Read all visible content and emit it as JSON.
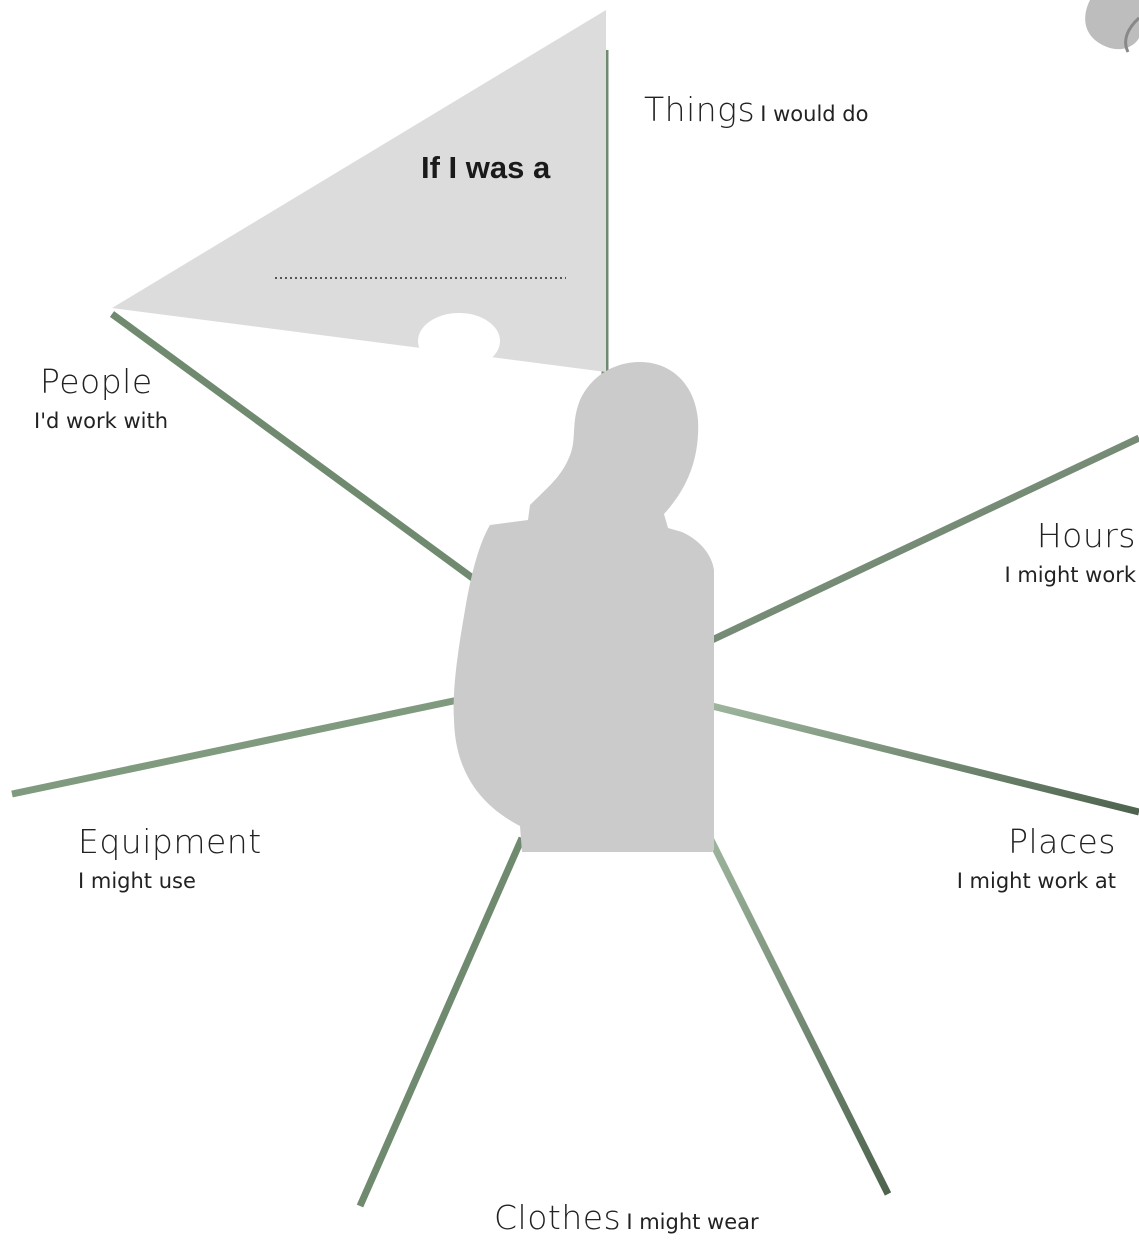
{
  "worksheet": {
    "title": "If I was a",
    "answer_line": "",
    "categories": [
      {
        "key": "things",
        "heading": "Things",
        "sub": "I would do"
      },
      {
        "key": "people",
        "heading": "People",
        "sub": "I'd work with"
      },
      {
        "key": "hours",
        "heading": "Hours",
        "sub": "I might work"
      },
      {
        "key": "equipment",
        "heading": "Equipment",
        "sub": "I might use"
      },
      {
        "key": "places",
        "heading": "Places",
        "sub": "I might work at"
      },
      {
        "key": "clothes",
        "heading": "Clothes",
        "sub": "I might wear"
      }
    ]
  },
  "colors": {
    "spoke": "#7f9a7f",
    "spoke_dark": "#3f4f3f",
    "bubble": "#dcdcdc",
    "silhouette": "#cbcbcb",
    "thought_circles": "#ffffff"
  },
  "icons": {
    "silhouette": "person-silhouette-icon",
    "thought": "thought-bubble-icon",
    "corner": "leaf-icon"
  }
}
